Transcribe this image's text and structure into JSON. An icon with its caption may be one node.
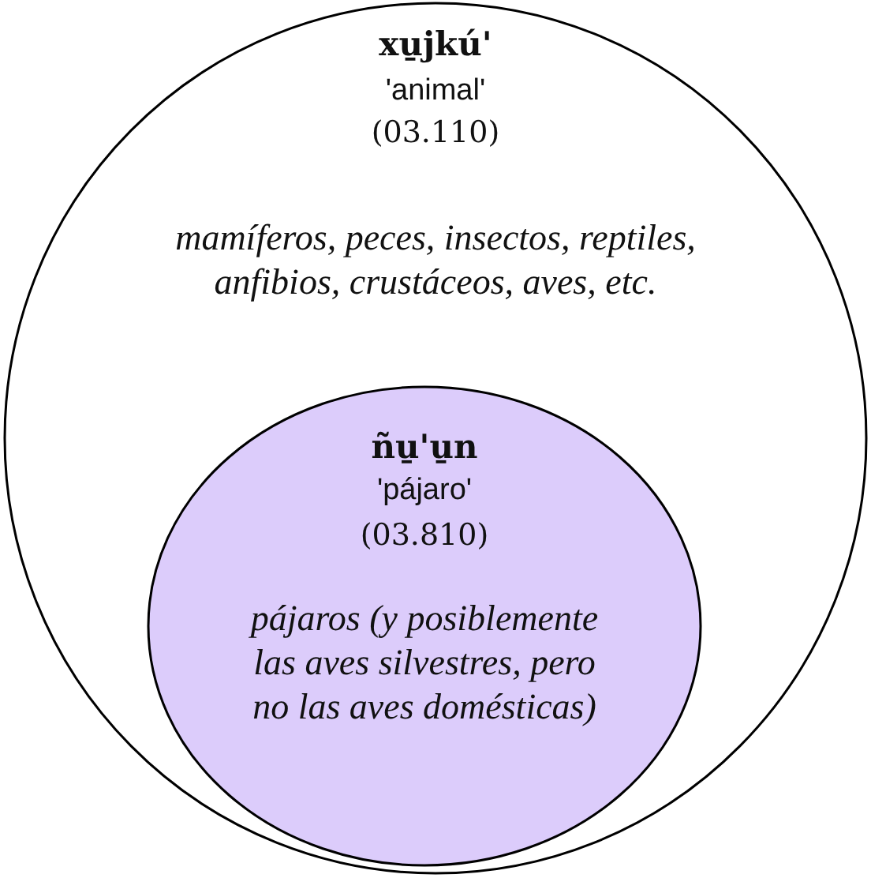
{
  "diagram": {
    "nodes": [
      {
        "text": [
          "xu̱jkú'",
          "'animal'",
          "(03.110)",
          "mamíferos, peces, insectos, reptiles, anfibios, crustáceos, aves, etc."
        ]
      },
      {
        "text": [
          "ñu̱'u̱n",
          "'pájaro'",
          "(03.810)",
          "pájaros (y posiblemente las aves silvestres, pero no las aves domésticas)"
        ],
        "in": 0
      }
    ]
  }
}
